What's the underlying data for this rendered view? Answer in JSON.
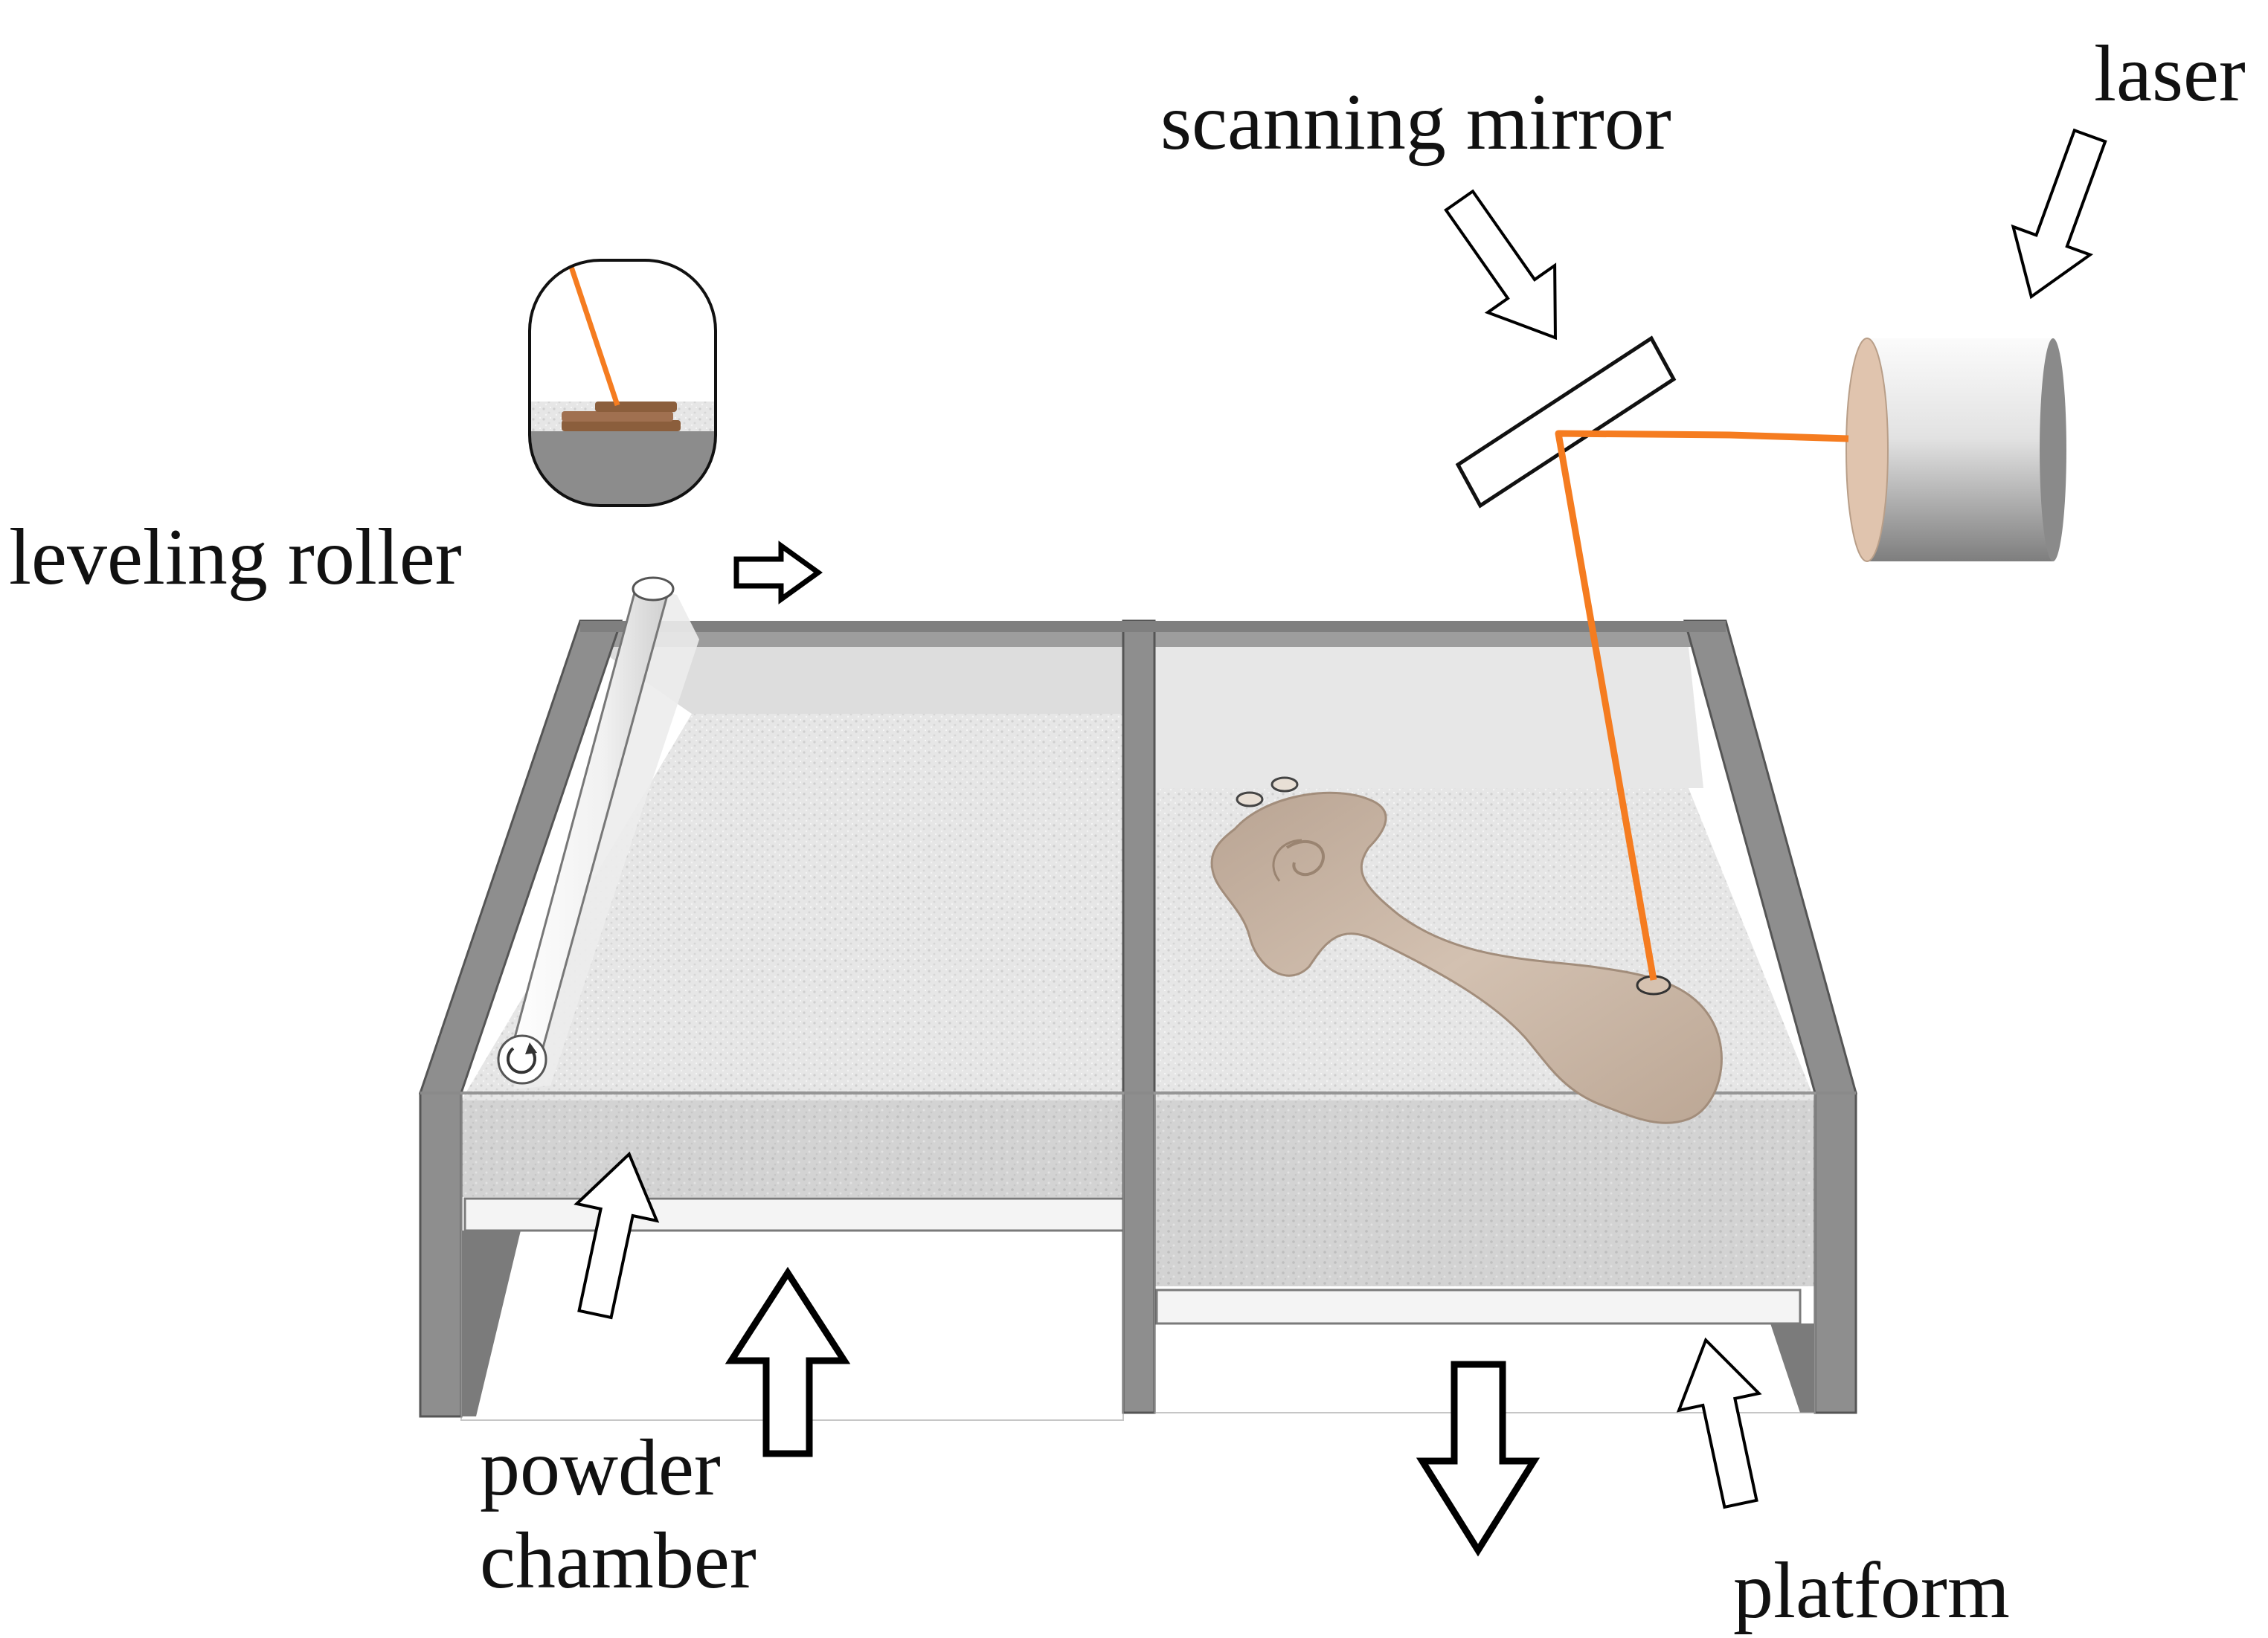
{
  "labels": {
    "laser": "laser",
    "scanning_mirror": "scanning mirror",
    "leveling_roller": "leveling roller",
    "powder_chamber_line1": "powder",
    "powder_chamber_line2": "chamber",
    "platform": "platform"
  },
  "colors": {
    "laser_beam": "#f57c20",
    "frame": "#8e8e8e",
    "frame_dark": "#6f6f6f",
    "powder": "#dcdcdc",
    "glass": "#b9b9b9",
    "bone": "#c8b4a3",
    "laser_face": "#e0c4ae"
  },
  "icons": {
    "mirror": "mirror-plate",
    "roller": "roller-cylinder",
    "bone": "bone-part",
    "inset": "layer-sintering-inset",
    "arrows": "hollow-arrow"
  }
}
